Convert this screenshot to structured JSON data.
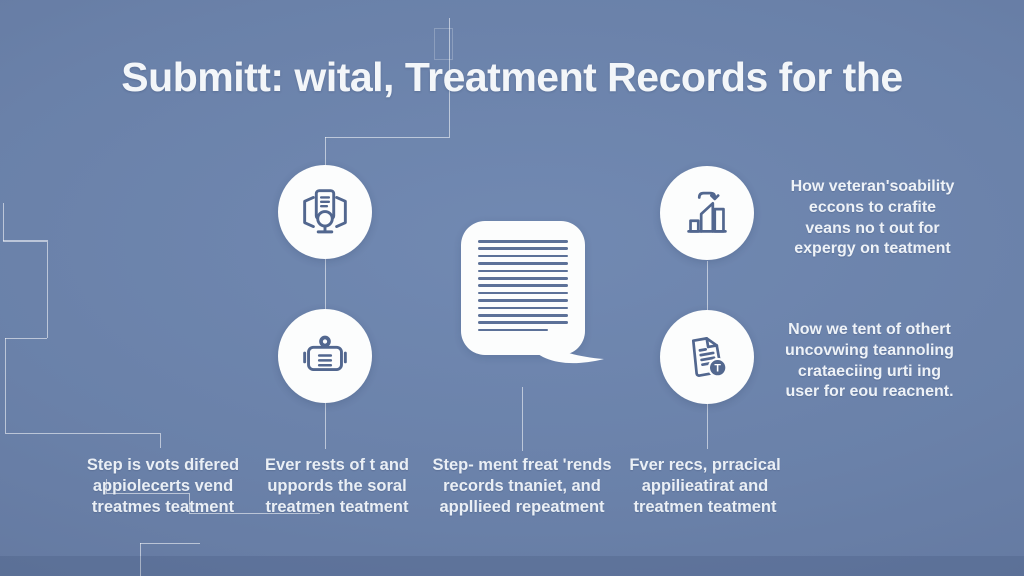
{
  "title": "Submitt: wital, Treatment Records for the",
  "steps": [
    {
      "id": "step1",
      "icon": "document-review-icon",
      "caption": "Step is vots difered\nappiolecerts vend\ntreatmes teatment"
    },
    {
      "id": "step2",
      "icon": "device-record-icon",
      "caption": "Ever rests of t and\nuppords the soral\ntreatmen teatment"
    },
    {
      "id": "step3",
      "icon": "bar-chart-growth-icon",
      "caption": "Step- ment freat 'rends\nrecords tnaniet, and\nappllieed repeatment"
    },
    {
      "id": "step4",
      "icon": "document-stamp-icon",
      "caption": "Fver recs, prracical\nappilieatirat and\ntreatmen teatment"
    }
  ],
  "speech_bubble": {
    "icon": "document-lines-bubble-icon",
    "line_count": 13
  },
  "side_notes": [
    {
      "text": "How veteran'soability\neccons to crafite\nveans no t out for\nexpergy on teatment"
    },
    {
      "text": "Now we tent of othert\nuncovwing teannoling\ncrataeciing urti ing\nuser for eou reacnent."
    }
  ],
  "colors": {
    "background": "#6a81aa",
    "circle_fill": "#fcfdfd",
    "icon_stroke": "#52678f",
    "bubble_line": "#5c7198",
    "text": "#eef2f7",
    "connector": "#ffffff"
  }
}
